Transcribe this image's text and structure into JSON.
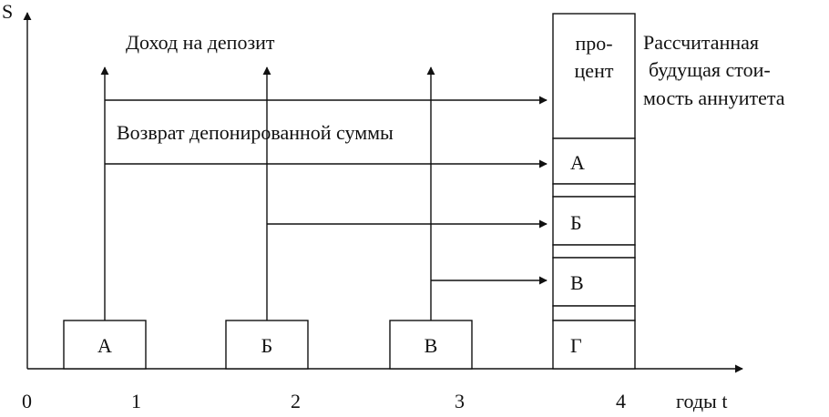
{
  "axes": {
    "y_label": "S",
    "x_label": "годы t",
    "ticks": [
      "0",
      "1",
      "2",
      "3",
      "4"
    ]
  },
  "labels": {
    "income": "Доход на депозит",
    "return": "Возврат депонированной суммы",
    "percent_line1": "про-",
    "percent_line2": "цент",
    "annuity_line1": "Рассчитанная",
    "annuity_line2": "будущая стои-",
    "annuity_line3": "мость аннуитета"
  },
  "deposits": [
    "А",
    "Б",
    "В"
  ],
  "stack": [
    "А",
    "Б",
    "В",
    "Г"
  ]
}
